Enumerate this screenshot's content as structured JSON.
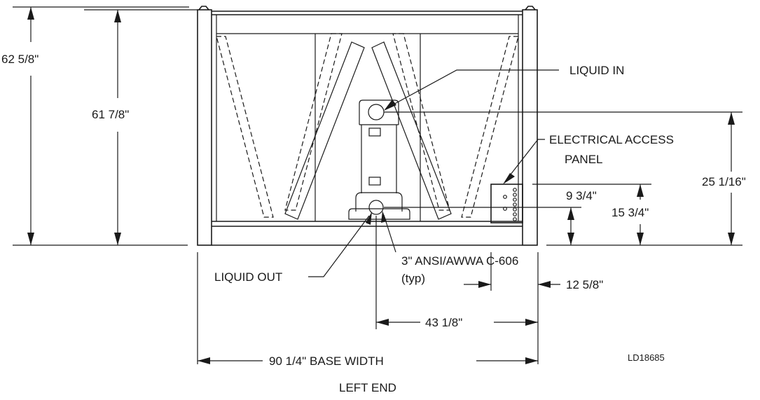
{
  "labels": {
    "overall_height": "62 5/8\"",
    "frame_height": "61 7/8\"",
    "liquid_in": "LIQUID IN",
    "electrical_access_line1": "ELECTRICAL ACCESS",
    "electrical_access_line2": "PANEL",
    "inlet_height": "25 1/16\"",
    "panel_top_height": "9 3/4\"",
    "panel_bottom_height": "15 3/4\"",
    "liquid_out": "LIQUID OUT",
    "connection_line1": "3\" ANSI/AWWA C-606",
    "connection_line2": "(typ)",
    "panel_offset": "12 5/8\"",
    "outlet_offset": "43 1/8\"",
    "base_width": "90 1/4\" BASE WIDTH",
    "drawing_number": "LD18685",
    "view_title": "LEFT END"
  }
}
